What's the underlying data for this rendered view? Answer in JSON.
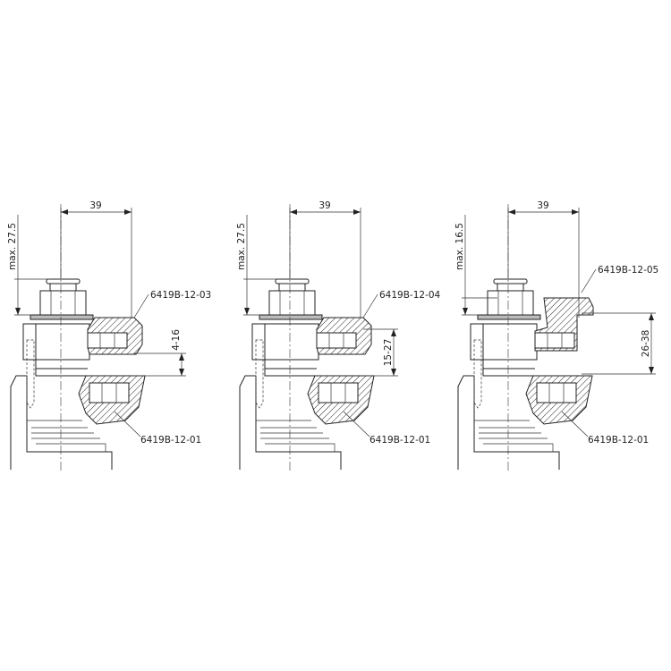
{
  "panels": [
    {
      "width_dim": "39",
      "height_dim": "max. 27.5",
      "top_part": "6419B-12-03",
      "bottom_part": "6419B-12-01",
      "clamp_range": "4-16"
    },
    {
      "width_dim": "39",
      "height_dim": "max. 27.5",
      "top_part": "6419B-12-04",
      "bottom_part": "6419B-12-01",
      "clamp_range": "15-27"
    },
    {
      "width_dim": "39",
      "height_dim": "max. 16.5",
      "top_part": "6419B-12-05",
      "bottom_part": "6419B-12-01",
      "clamp_range": "26-38"
    }
  ]
}
